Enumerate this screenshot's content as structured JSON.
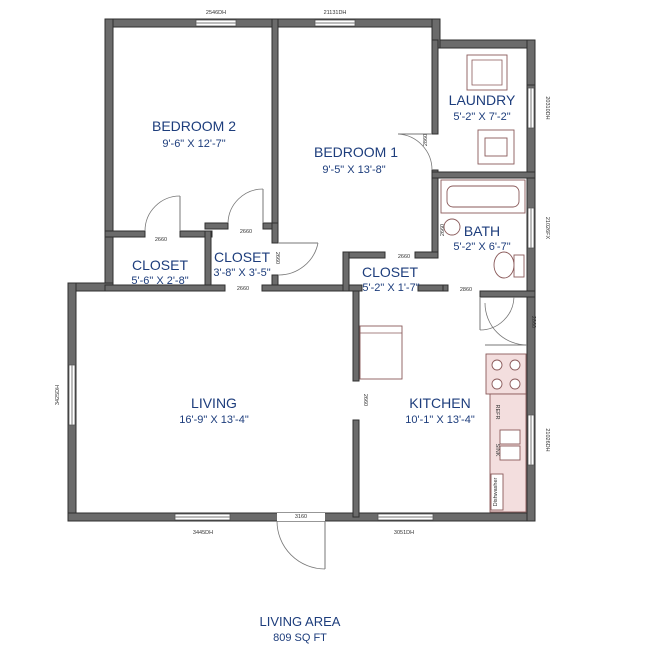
{
  "rooms": {
    "bedroom2": {
      "name": "BEDROOM 2",
      "dims": "9'-6\" X 12'-7\""
    },
    "bedroom1": {
      "name": "BEDROOM 1",
      "dims": "9'-5\" X 13'-8\""
    },
    "laundry": {
      "name": "LAUNDRY",
      "dims": "5'-2\" X 7'-2\""
    },
    "bath": {
      "name": "BATH",
      "dims": "5'-2\" X 6'-7\""
    },
    "closet_left": {
      "name": "CLOSET",
      "dims": "5'-6\" X 2'-8\""
    },
    "closet_mid": {
      "name": "CLOSET",
      "dims": "3'-8\" X 3'-5\""
    },
    "closet_right": {
      "name": "CLOSET",
      "dims": "5'-2\" X 1'-7\""
    },
    "living": {
      "name": "LIVING",
      "dims": "16'-9\" X 13'-4\""
    },
    "kitchen": {
      "name": "KITCHEN",
      "dims": "10'-1\" X 13'-4\""
    }
  },
  "tags": {
    "win_top_left": "2546DH",
    "win_top_right": "21131DH",
    "win_laundry_right": "20310DH",
    "win_bath_right": "21026FX",
    "win_kitchen_right": "21026DH",
    "win_living_left": "3425DH",
    "win_bottom_left": "3445DH",
    "win_bottom_right": "3051DH",
    "door_entry": "3160",
    "door_bed2": "2660",
    "door_closet_left": "2660",
    "door_closet_mid": "2660",
    "door_closet_mid_side": "2660",
    "door_bed1_laundry": "2860",
    "door_bath": "2660",
    "door_closet_right": "2660",
    "door_kitchen_bath": "2860",
    "door_living_kitchen": "2660",
    "appliance_refrigerator": "REFR",
    "appliance_sink": "SINK",
    "appliance_dishwasher": "Dishwasher"
  },
  "footer": {
    "title": "LIVING AREA",
    "area": "809 SQ FT"
  }
}
